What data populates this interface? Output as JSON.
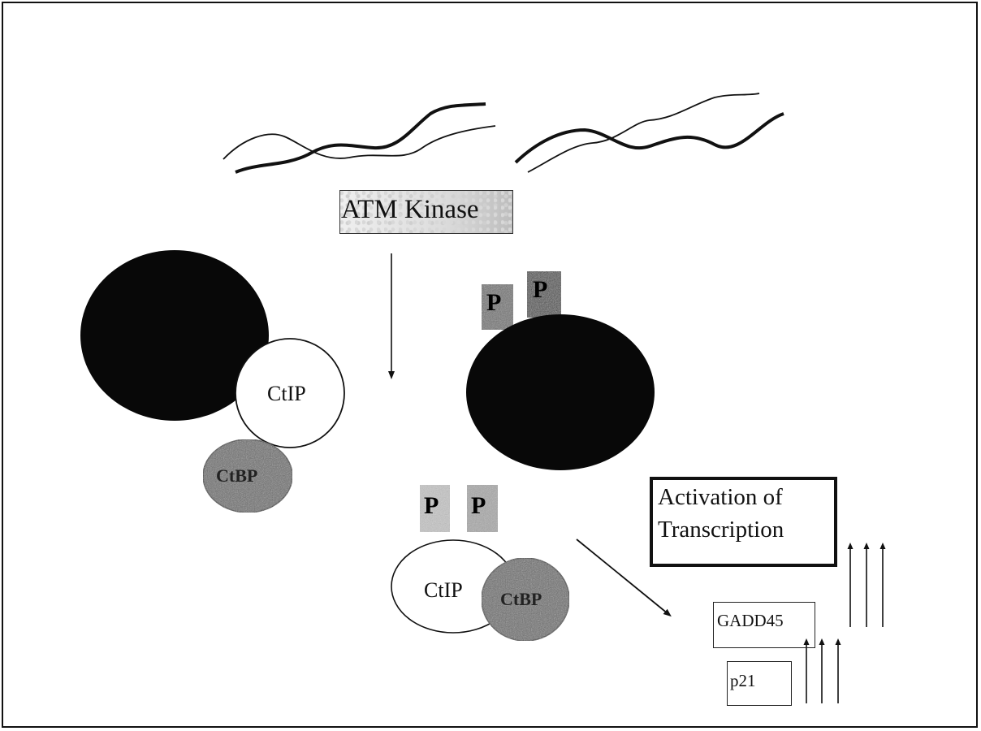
{
  "kinase_label": "ATM Kinase",
  "left_complex": {
    "partner_label": "CtIP",
    "corepressor_label": "CtBP"
  },
  "right_complex": {
    "phospho_label_1": "P",
    "phospho_label_2": "P"
  },
  "released_complex": {
    "phospho_label_1": "P",
    "phospho_label_2": "P",
    "partner_label": "CtIP",
    "corepressor_label": "CtBP"
  },
  "outcome_label": "Activation of Transcription",
  "target_genes": {
    "gene_1": "GADD45",
    "gene_2": "p21"
  },
  "colors": {
    "ink": "#111111",
    "stipple": "#6a6a6a",
    "box_fill": "#dcdcdc"
  }
}
